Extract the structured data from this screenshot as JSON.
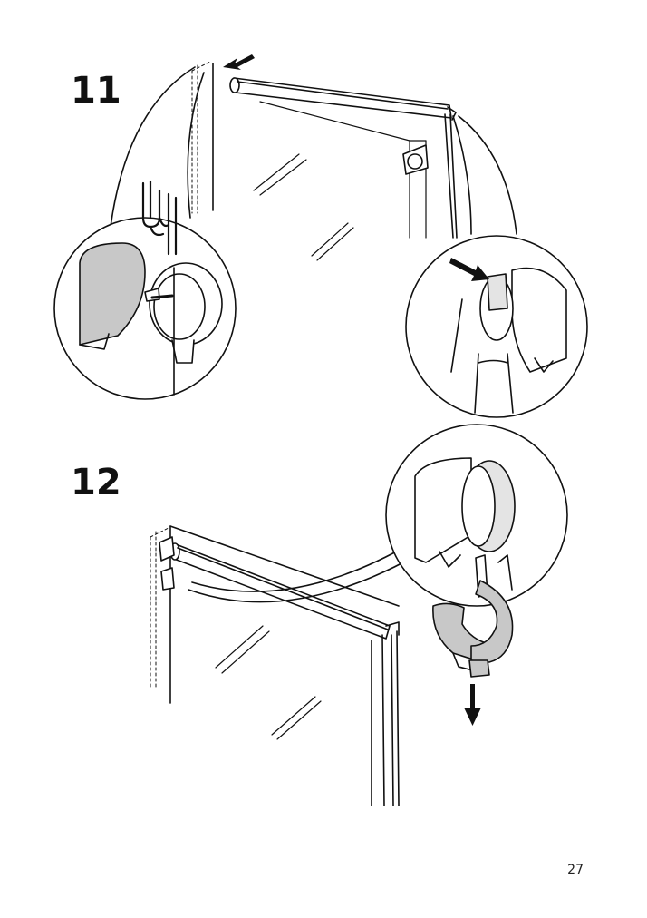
{
  "steps": [
    {
      "number": "11"
    },
    {
      "number": "12"
    }
  ],
  "page_number": "27",
  "colors": {
    "line": "#111111",
    "fill_gray": "#c8c8c8",
    "fill_light": "#e4e4e4",
    "background": "#ffffff"
  },
  "icons": [
    "arrow-icon",
    "hand-icon",
    "bracket-icon",
    "roller-blind-icon",
    "detail-circle-icon",
    "clip-icon"
  ]
}
